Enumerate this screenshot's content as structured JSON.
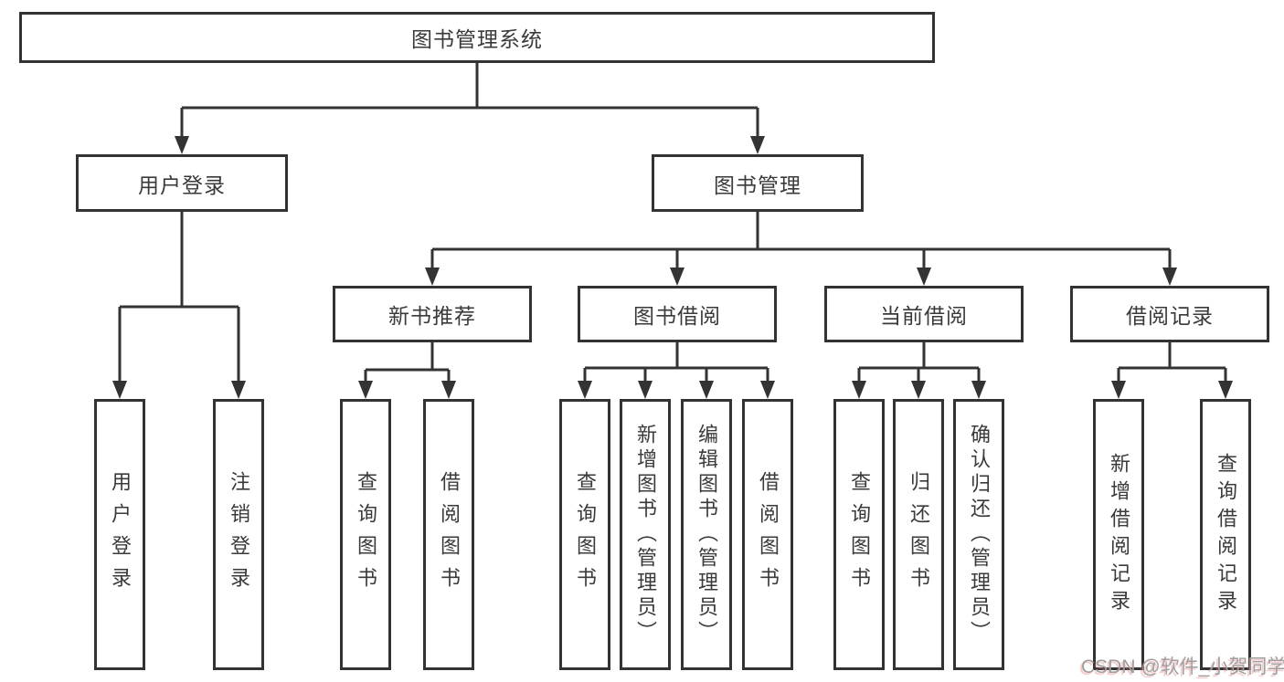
{
  "colors": {
    "line": "#333333",
    "box_fill": "#ffffff",
    "text": "#3a3a3a",
    "watermark": "#9f9f9f",
    "background": "#ffffff"
  },
  "diagram": {
    "root": {
      "label": "图书管理系统"
    },
    "branches": [
      {
        "label": "用户登录",
        "leaves": [
          {
            "label": "用户登录"
          },
          {
            "label": "注销登录"
          }
        ]
      },
      {
        "label": "图书管理",
        "groups": [
          {
            "label": "新书推荐",
            "leaves": [
              {
                "label": "查询图书"
              },
              {
                "label": "借阅图书"
              }
            ]
          },
          {
            "label": "图书借阅",
            "leaves": [
              {
                "label": "查询图书"
              },
              {
                "label": "新增图书（管理员）"
              },
              {
                "label": "编辑图书（管理员）"
              },
              {
                "label": "借阅图书"
              }
            ]
          },
          {
            "label": "当前借阅",
            "leaves": [
              {
                "label": "查询图书"
              },
              {
                "label": "归还图书"
              },
              {
                "label": "确认归还（管理员）"
              }
            ]
          },
          {
            "label": "借阅记录",
            "leaves": [
              {
                "label": "新增借阅记录"
              },
              {
                "label": "查询借阅记录"
              }
            ]
          }
        ]
      }
    ]
  },
  "watermark": {
    "text": "CSDN @软件_小贺同学"
  }
}
